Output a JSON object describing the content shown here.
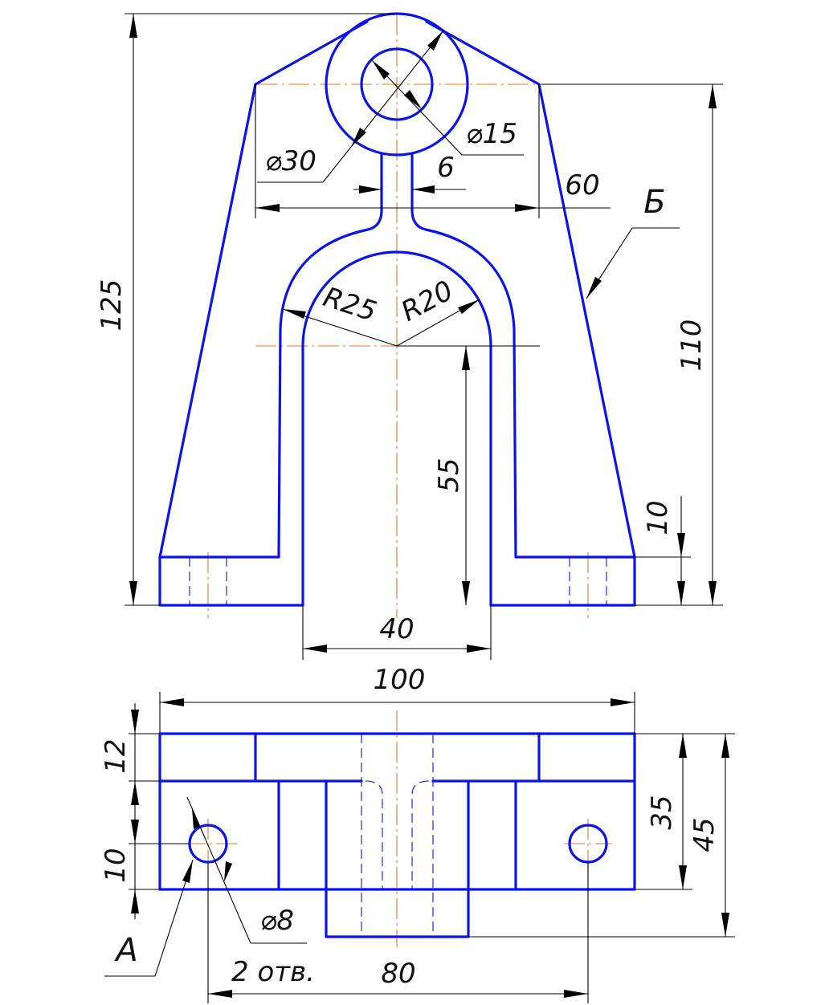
{
  "drawing": {
    "front_view": {
      "overall_height": "125",
      "lug_height": "110",
      "top_width": "60",
      "outer_diameter": "⌀30",
      "hole_diameter": "⌀15",
      "rib_thickness": "6",
      "outer_radius": "R25",
      "inner_radius": "R20",
      "slot_height": "55",
      "base_thickness": "10",
      "slot_width": "40",
      "surface_label": "Б"
    },
    "top_view": {
      "overall_width": "100",
      "flange_depth": "12",
      "hole_offset": "10",
      "base_depth": "35",
      "total_depth": "45",
      "hole_diameter": "⌀8",
      "hole_count": "2 отв.",
      "hole_spacing": "80",
      "surface_label": "А"
    }
  }
}
